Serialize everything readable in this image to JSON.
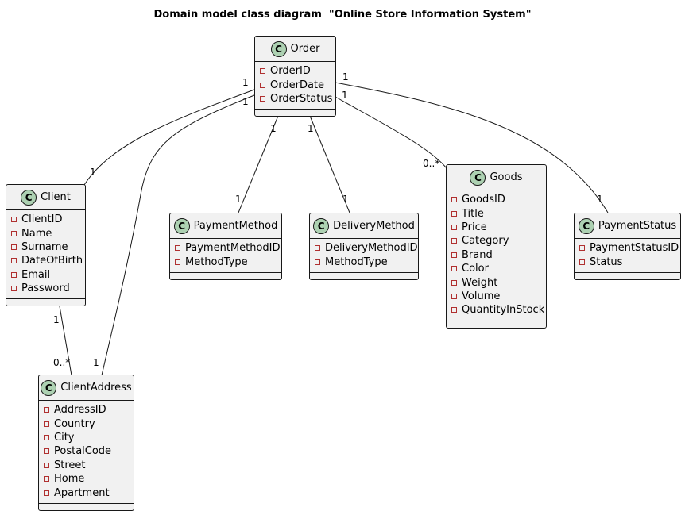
{
  "title": "Domain model class diagram  \"Online Store Information System\"",
  "class_badge_letter": "C",
  "classes": {
    "order": {
      "name": "Order",
      "attributes": [
        "OrderID",
        "OrderDate",
        "OrderStatus"
      ]
    },
    "client": {
      "name": "Client",
      "attributes": [
        "ClientID",
        "Name",
        "Surname",
        "DateOfBirth",
        "Email",
        "Password"
      ]
    },
    "payment_method": {
      "name": "PaymentMethod",
      "attributes": [
        "PaymentMethodID",
        "MethodType"
      ]
    },
    "delivery_method": {
      "name": "DeliveryMethod",
      "attributes": [
        "DeliveryMethodID",
        "MethodType"
      ]
    },
    "goods": {
      "name": "Goods",
      "attributes": [
        "GoodsID",
        "Title",
        "Price",
        "Category",
        "Brand",
        "Color",
        "Weight",
        "Volume",
        "QuantityInStock"
      ]
    },
    "payment_status": {
      "name": "PaymentStatus",
      "attributes": [
        "PaymentStatusID",
        "Status"
      ]
    },
    "client_address": {
      "name": "ClientAddress",
      "attributes": [
        "AddressID",
        "Country",
        "City",
        "PostalCode",
        "Street",
        "Home",
        "Apartment"
      ]
    }
  },
  "associations": [
    {
      "from": "Order",
      "to": "Client",
      "from_mult": "1",
      "to_mult": "1"
    },
    {
      "from": "Order",
      "to": "ClientAddress",
      "from_mult": "1",
      "to_mult": "1"
    },
    {
      "from": "Order",
      "to": "PaymentMethod",
      "from_mult": "1",
      "to_mult": "1"
    },
    {
      "from": "Order",
      "to": "DeliveryMethod",
      "from_mult": "1",
      "to_mult": "1"
    },
    {
      "from": "Order",
      "to": "Goods",
      "from_mult": "1",
      "to_mult": "0..*"
    },
    {
      "from": "Order",
      "to": "PaymentStatus",
      "from_mult": "1",
      "to_mult": "1"
    },
    {
      "from": "Client",
      "to": "ClientAddress",
      "from_mult": "1",
      "to_mult": "0..*"
    }
  ],
  "colors": {
    "class_fill": "#f1f1f1",
    "border": "#181818",
    "badge": "#add1b2",
    "private_marker": "#b03030"
  }
}
